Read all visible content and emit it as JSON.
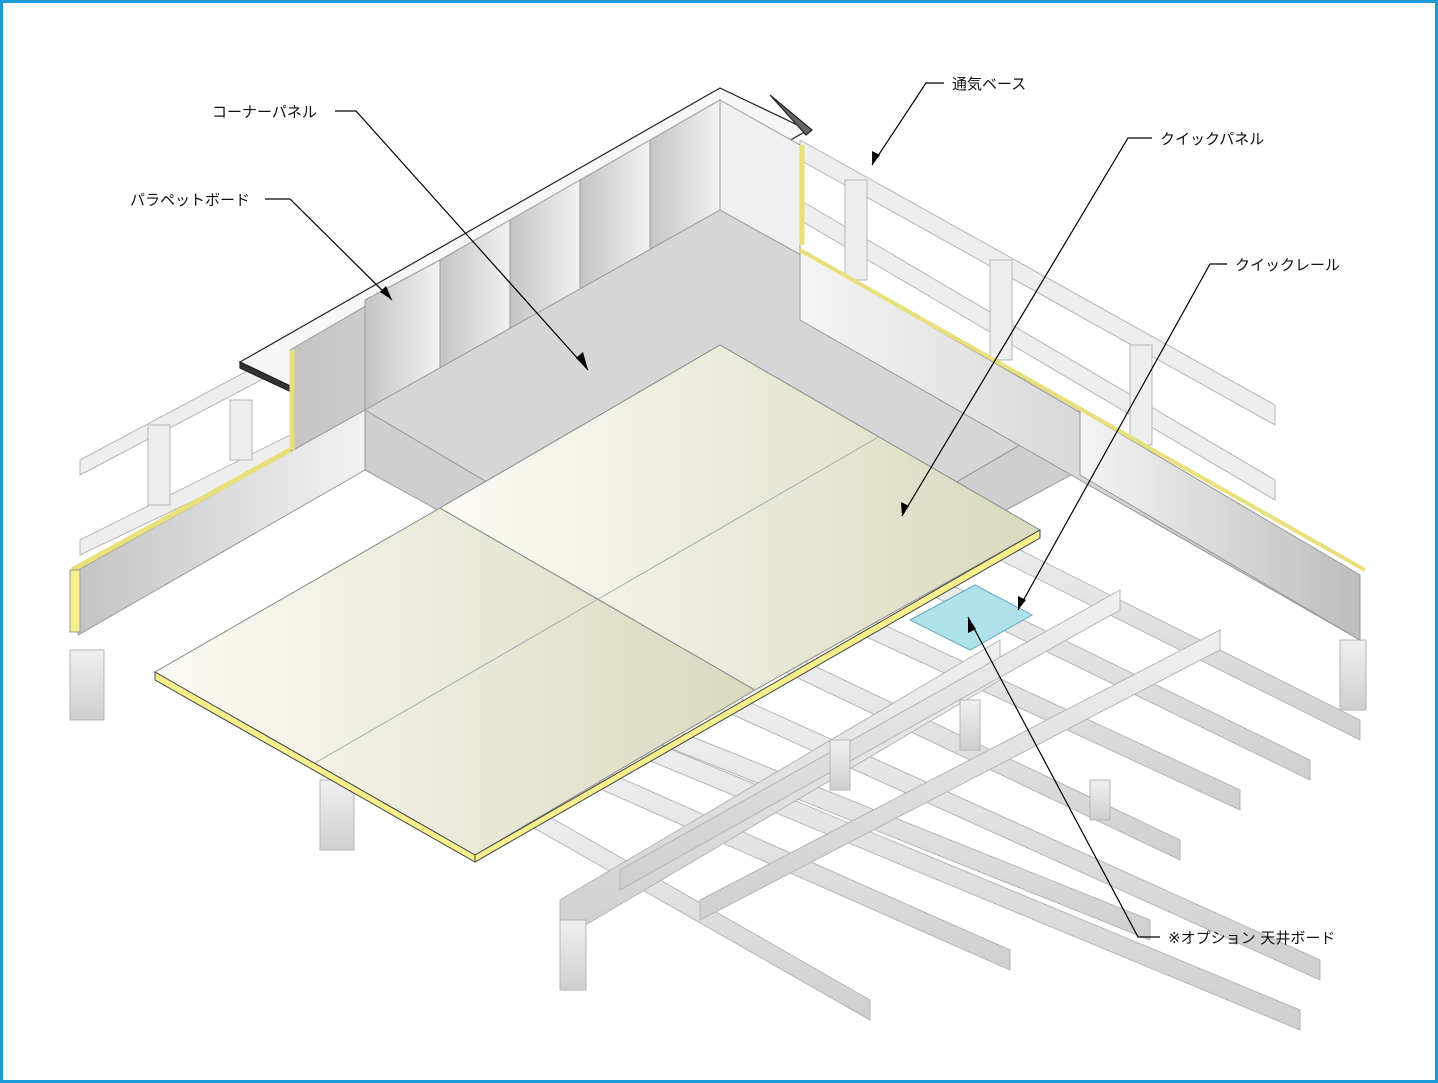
{
  "frame": {
    "border_color": "#1a9ad6"
  },
  "colors": {
    "panel_face": "#e3e3c9",
    "insulation": "#f5ef8c",
    "ceiling_board": "#aee1ea",
    "steel": "#dcdcdc"
  },
  "labels": {
    "corner_panel": "コーナーパネル",
    "parapet_board": "パラペットボード",
    "vent_base": "通気ベース",
    "quick_panel": "クイックパネル",
    "quick_rail": "クイックレール",
    "ceiling_board_option": "※オプション 天井ボード"
  }
}
